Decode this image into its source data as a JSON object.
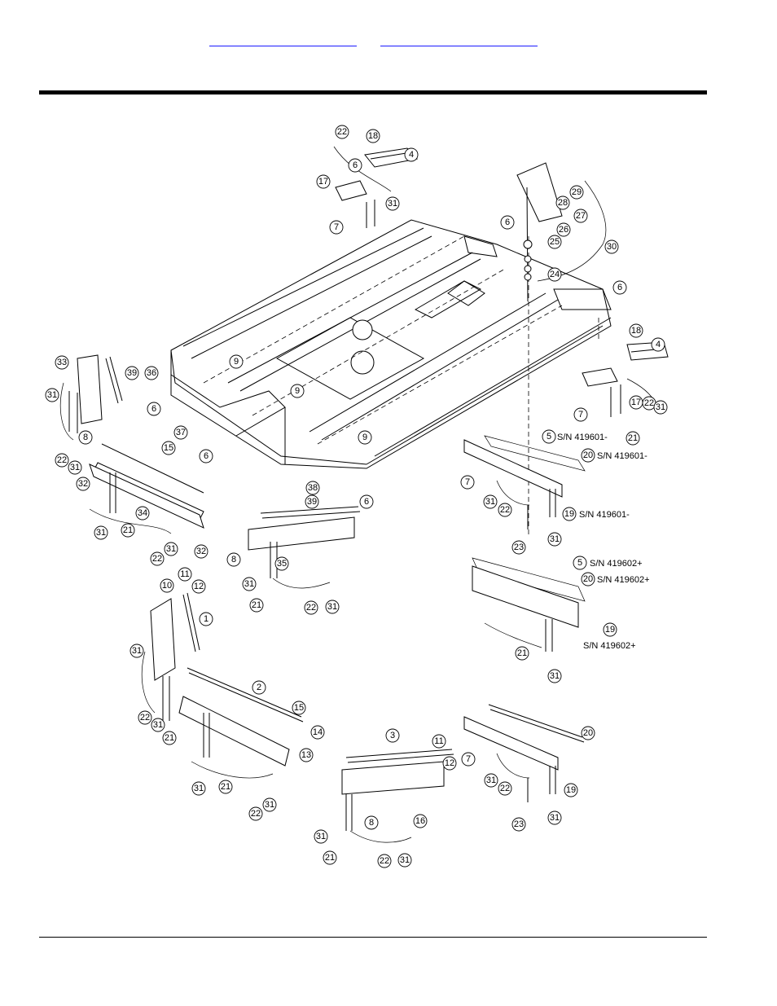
{
  "header": {
    "links": [
      "",
      ""
    ]
  },
  "diagram": {
    "callouts": [
      "1",
      "2",
      "3",
      "4",
      "5",
      "6",
      "7",
      "8",
      "9",
      "10",
      "11",
      "12",
      "13",
      "14",
      "15",
      "16",
      "17",
      "18",
      "19",
      "20",
      "21",
      "22",
      "23",
      "24",
      "25",
      "26",
      "27",
      "28",
      "29",
      "30",
      "31",
      "32",
      "33",
      "34",
      "35",
      "36",
      "37",
      "38",
      "39"
    ],
    "serial_labels": {
      "sn_5_minus": "S/N 419601-",
      "sn_20_minus": "S/N 419601-",
      "sn_19_minus": "S/N 419601-",
      "sn_5_plus": "S/N 419602+",
      "sn_20_plus": "S/N 419602+",
      "sn_19_plus": "S/N 419602+"
    }
  }
}
